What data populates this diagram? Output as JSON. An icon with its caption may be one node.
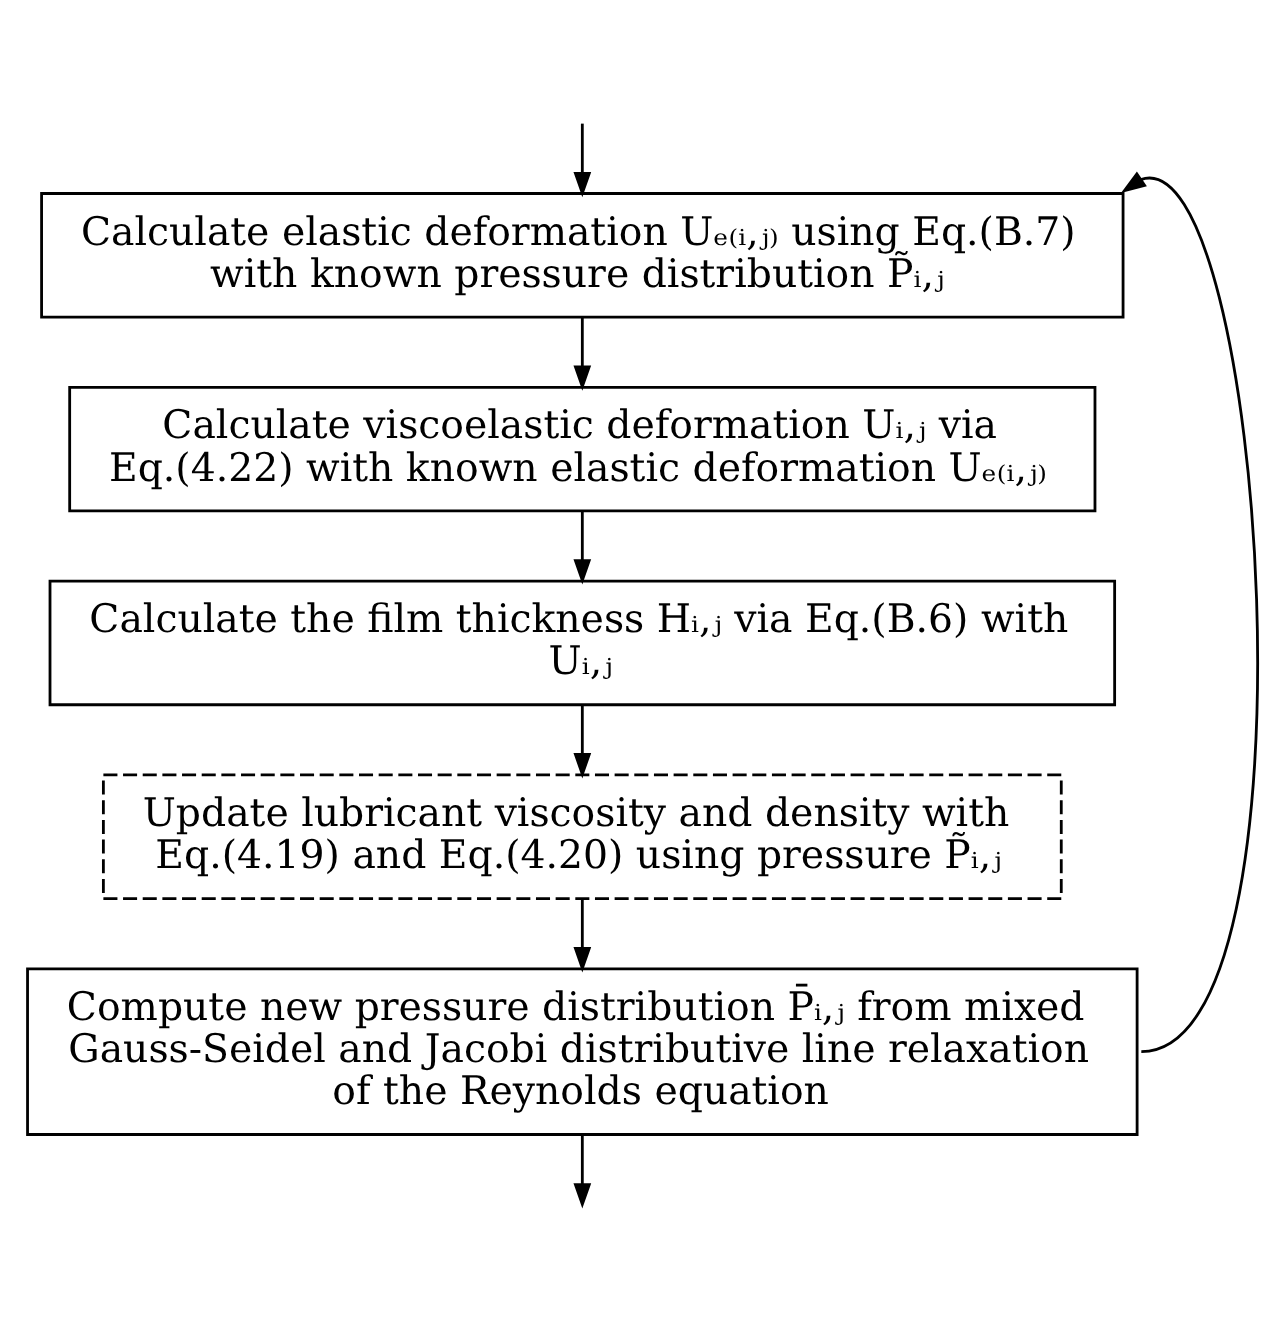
{
  "diagram": {
    "nodes": [
      {
        "text": [
          "Calculate elastic deformation Uₑ₍ᵢ,ⱼ₎ using Eq.(B.7) with known pressure distribution P̃ᵢ,ⱼ"
        ]
      },
      {
        "text": [
          "Calculate viscoelastic deformation Uᵢ,ⱼ via Eq.(4.22) with known elastic deformation Uₑ₍ᵢ,ⱼ₎"
        ]
      },
      {
        "text": [
          "Calculate the film thickness Hᵢ,ⱼ via Eq.(B.6) with Uᵢ,ⱼ"
        ]
      },
      {
        "text": [
          "Update lubricant viscosity and density with Eq.(4.19) and Eq.(4.20) using pressure P̃ᵢ,ⱼ"
        ]
      },
      {
        "text": [
          "Compute new pressure distribution P̄ᵢ,ⱼ from mixed Gauss-Seidel and Jacobi distributive line relaxation of the Reynolds equation"
        ]
      }
    ],
    "edges": [
      {
        "from": null,
        "to": 0,
        "arrow": "to"
      },
      {
        "from": 0,
        "to": 1,
        "arrow": "to"
      },
      {
        "from": 1,
        "to": 2,
        "arrow": "to"
      },
      {
        "from": 2,
        "to": 3,
        "arrow": "to"
      },
      {
        "from": 3,
        "to": 4,
        "arrow": "to"
      },
      {
        "from": 4,
        "to": 0,
        "arrow": "to"
      },
      {
        "from": 4,
        "to": null,
        "arrow": "to"
      }
    ]
  }
}
